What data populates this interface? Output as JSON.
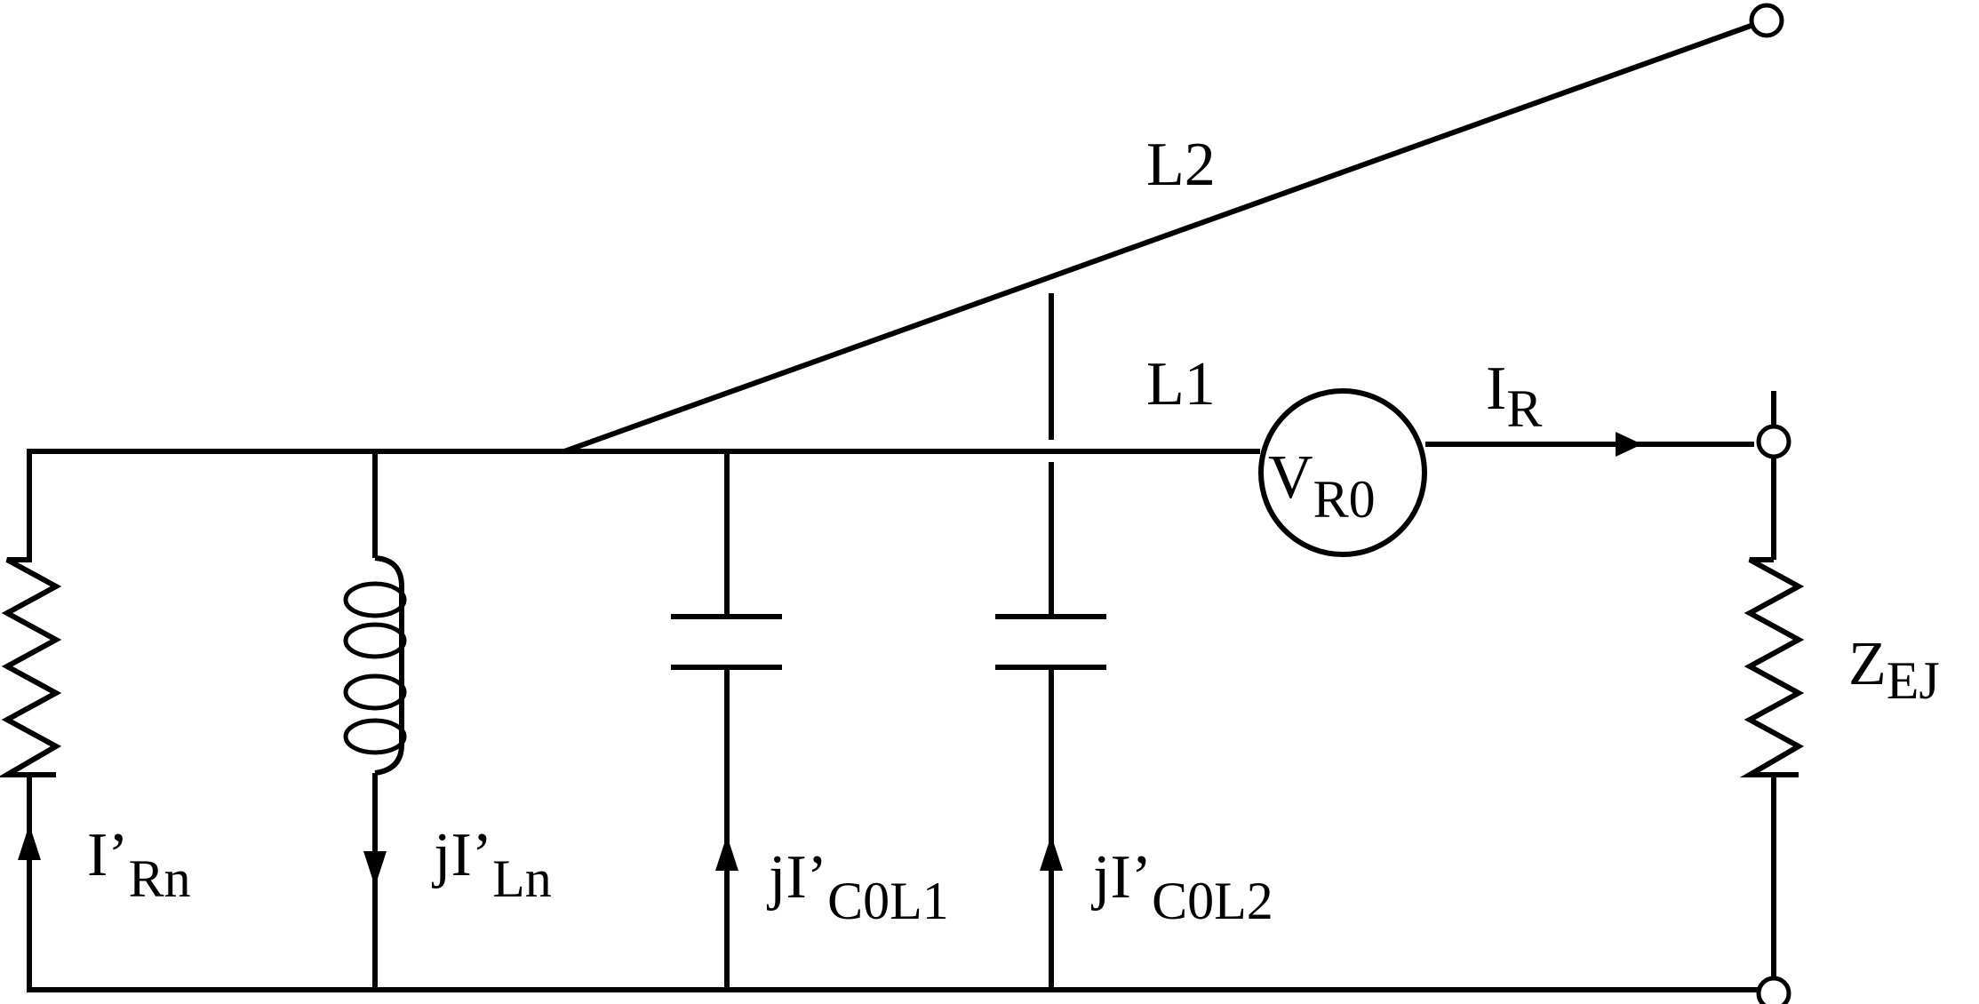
{
  "labels": {
    "l2": "L2",
    "l1": "L1",
    "vr0_main": "V",
    "vr0_sub": "R0",
    "ir_main": "I",
    "ir_sub": "R",
    "zej_main": "Z",
    "zej_sub": "EJ",
    "irn_main": "I’",
    "irn_sub": "Rn",
    "jiln_main": "jI’",
    "jiln_sub": "Ln",
    "jicol1_main": "jI’",
    "jicol1_sub": "C0L1",
    "jicol2_main": "jI’",
    "jicol2_sub": "C0L2"
  },
  "colors": {
    "stroke": "#000000",
    "background": "#ffffff"
  }
}
